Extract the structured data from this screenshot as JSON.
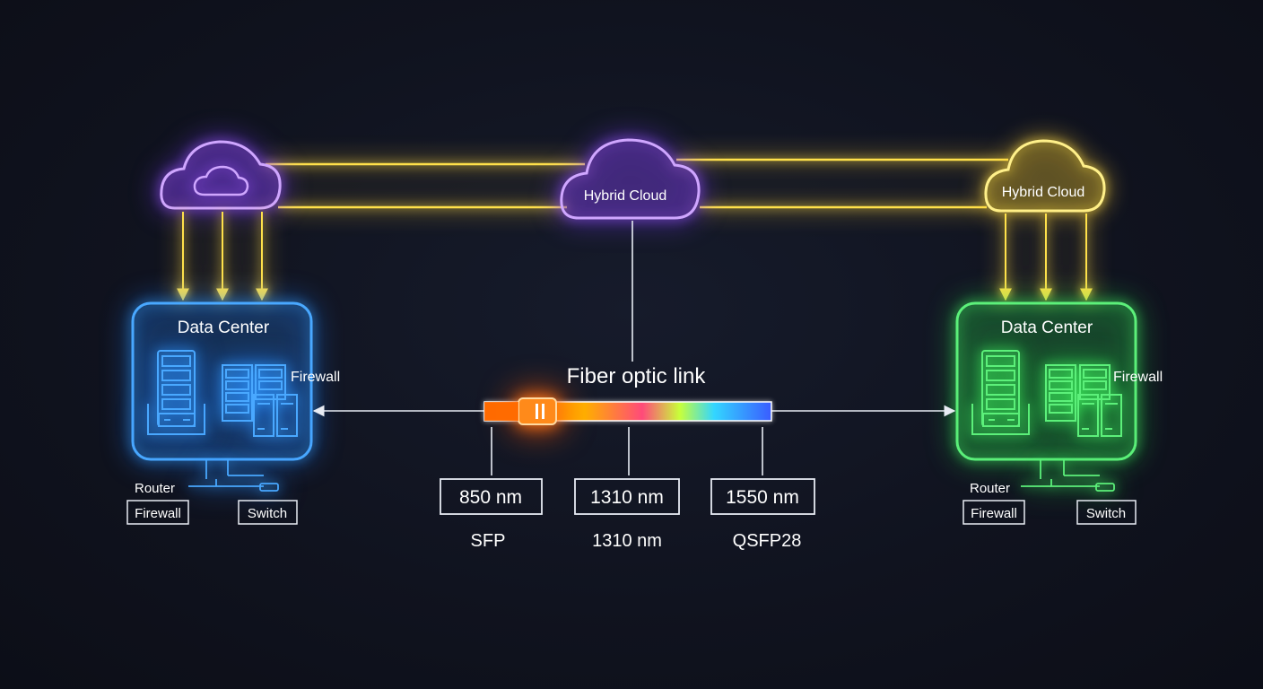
{
  "clouds": {
    "left": {
      "label": "",
      "color": "#b37bff"
    },
    "center": {
      "label": "Hybrid Cloud",
      "color": "#b37bff"
    },
    "right": {
      "label": "Hybrid Cloud",
      "color": "#ffe66b"
    }
  },
  "data_centers": {
    "left": {
      "title": "Data Center",
      "firewall_label": "Firewall",
      "router_label": "Router",
      "firewall_box": "Firewall",
      "switch_box": "Switch",
      "color": "#49a8ff"
    },
    "right": {
      "title": "Data Center",
      "firewall_label": "Firewall",
      "router_label": "Router",
      "firewall_box": "Firewall",
      "switch_box": "Switch",
      "color": "#5cf07a"
    }
  },
  "fiber": {
    "title": "Fiber optic link",
    "wavelengths": [
      {
        "value": "850 nm",
        "caption": "SFP"
      },
      {
        "value": "1310 nm",
        "caption": "1310 nm"
      },
      {
        "value": "1550 nm",
        "caption": "QSFP28"
      }
    ]
  },
  "colors": {
    "background": "#10131f",
    "link_yellow": "#ffe14a",
    "arrow_white": "#e8ecf4"
  }
}
